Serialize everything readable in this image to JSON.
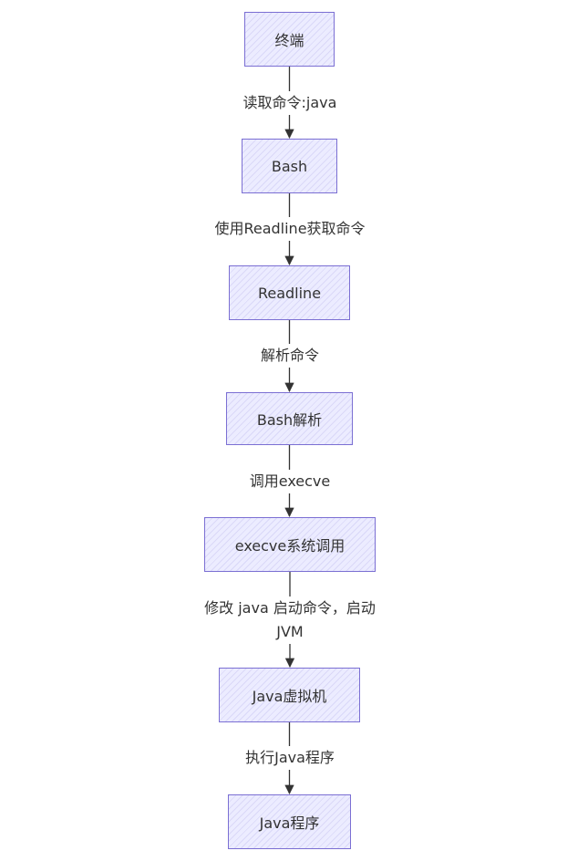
{
  "colors": {
    "node_fill": "#ececff",
    "node_stroke": "#7b6fd3",
    "edge": "#333333",
    "text": "#333333"
  },
  "nodes": [
    {
      "id": "terminal",
      "label": "终端"
    },
    {
      "id": "bash",
      "label": "Bash"
    },
    {
      "id": "readline",
      "label": "Readline"
    },
    {
      "id": "bash-parse",
      "label": "Bash解析"
    },
    {
      "id": "execve",
      "label": "execve系统调用"
    },
    {
      "id": "jvm",
      "label": "Java虚拟机"
    },
    {
      "id": "java-program",
      "label": "Java程序"
    }
  ],
  "edges": [
    {
      "from": "terminal",
      "to": "bash",
      "label": "读取命令:java"
    },
    {
      "from": "bash",
      "to": "readline",
      "label": "使用Readline获取命令"
    },
    {
      "from": "readline",
      "to": "bash-parse",
      "label": "解析命令"
    },
    {
      "from": "bash-parse",
      "to": "execve",
      "label": "调用execve"
    },
    {
      "from": "execve",
      "to": "jvm",
      "label": "修改 java 启动命令，启动\nJVM"
    },
    {
      "from": "jvm",
      "to": "java-program",
      "label": "执行Java程序"
    }
  ]
}
